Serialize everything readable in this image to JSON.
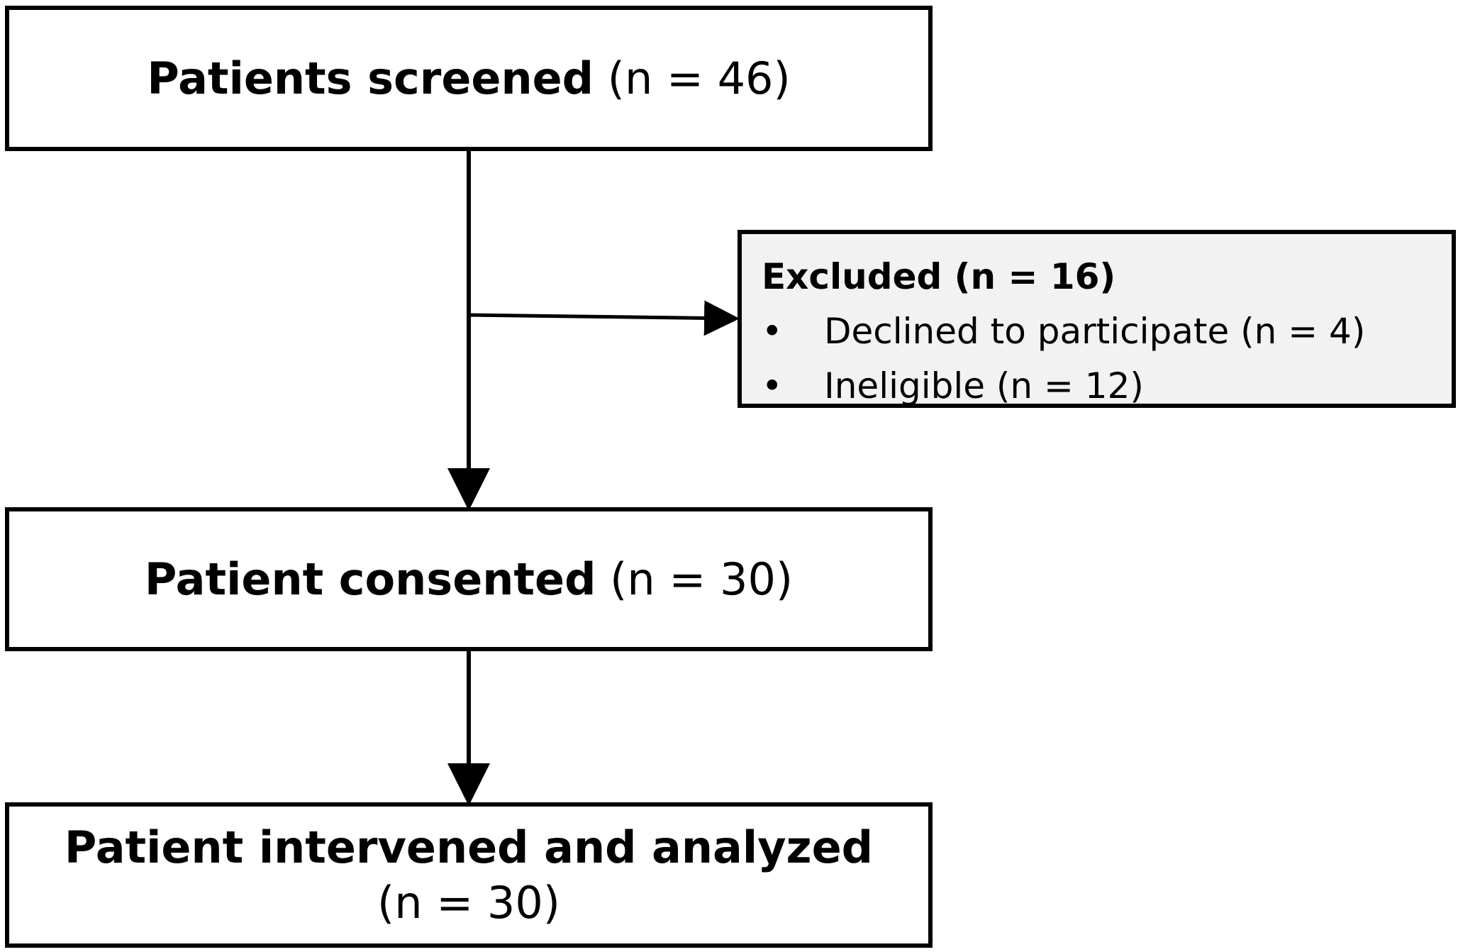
{
  "boxes": {
    "screened": {
      "label": "Patients screened",
      "count": "(n = 46)"
    },
    "excluded": {
      "title": "Excluded (n = 16)",
      "items": [
        {
          "bullet": "•",
          "text": "Declined to participate (n = 4)"
        },
        {
          "bullet": "•",
          "text": "Ineligible (n = 12)"
        }
      ]
    },
    "consented": {
      "label": "Patient consented",
      "count": "(n = 30)"
    },
    "analyzed": {
      "label": "Patient intervened and analyzed",
      "count": "(n = 30)"
    }
  },
  "colors": {
    "stroke": "#000000",
    "box_fill": "#ffffff",
    "excluded_fill": "#f2f2f2"
  }
}
